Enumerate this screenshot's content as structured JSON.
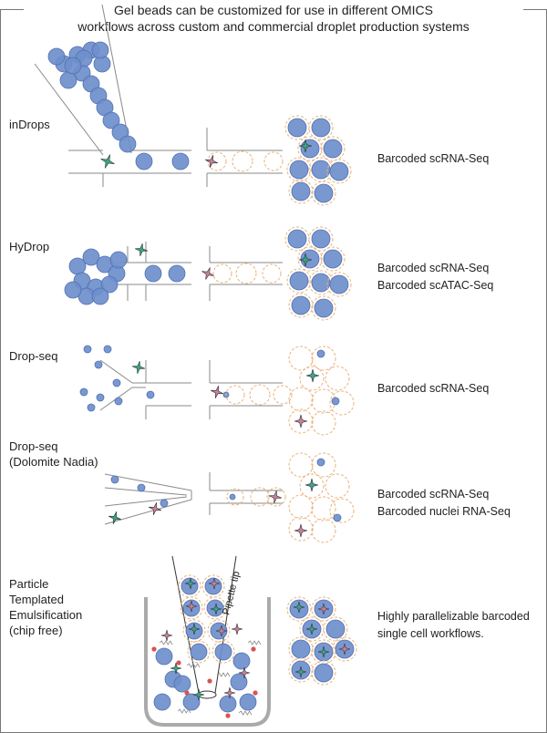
{
  "title_line1": "Gel beads can be customized for use in different OMICS",
  "title_line2": "workflows across custom and commercial droplet production systems",
  "workflows": [
    {
      "name_lines": [
        "inDrops"
      ],
      "descriptions": [
        "Barcoded scRNA-Seq"
      ]
    },
    {
      "name_lines": [
        "HyDrop"
      ],
      "descriptions": [
        "Barcoded scRNA-Seq",
        "Barcoded scATAC-Seq"
      ]
    },
    {
      "name_lines": [
        "Drop-seq"
      ],
      "descriptions": [
        "Barcoded scRNA-Seq"
      ]
    },
    {
      "name_lines": [
        "Drop-seq",
        "(Dolomite Nadia)"
      ],
      "descriptions": [
        "Barcoded scRNA-Seq",
        "Barcoded nuclei RNA-Seq"
      ]
    },
    {
      "name_lines": [
        "Particle",
        "Templated",
        "Emulsification",
        "(chip free)"
      ],
      "descriptions": [
        "Highly parallelizable barcoded",
        "single cell workflows."
      ]
    }
  ],
  "pipette_label": "Pipette tip",
  "colors": {
    "bead": "#6f8fcc",
    "bead_stroke": "#4f6fb0",
    "cell_green": "#3aa58a",
    "cell_pink": "#c9839a",
    "droplet_outline": "#e8b27a",
    "channel": "#8a8a8a",
    "tube": "#aaaaaa",
    "red_dot": "#d9534f"
  }
}
